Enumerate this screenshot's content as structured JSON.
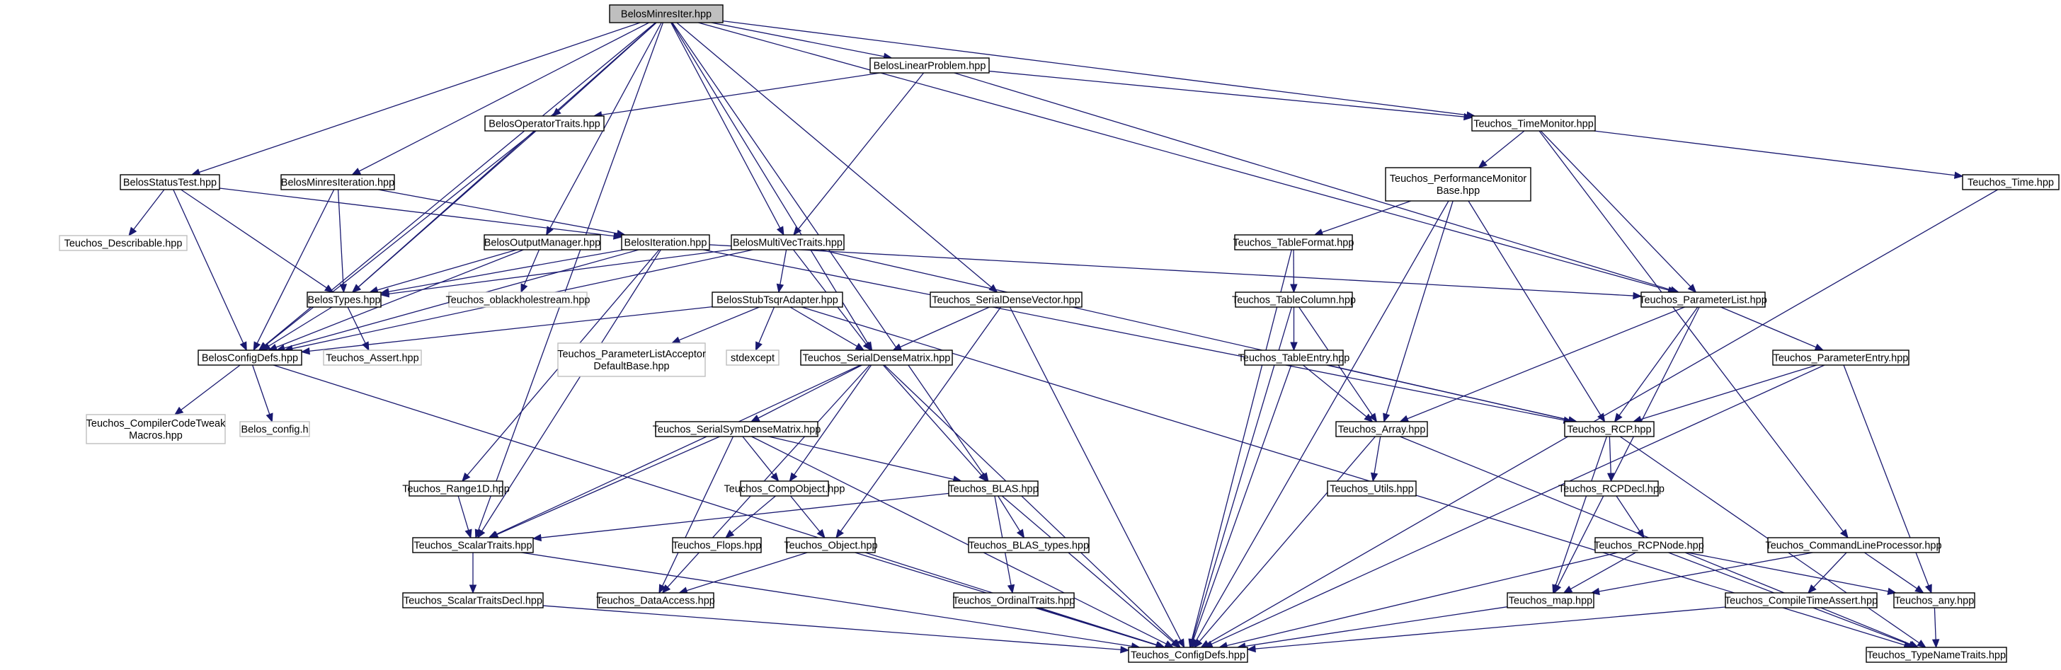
{
  "diagram": {
    "title": "",
    "colors": {
      "edge": "#191970",
      "node_border": "#000000",
      "external_border": "#bfbfbf",
      "root_fill": "#bfbfbf",
      "node_fill": "#ffffff",
      "text": "#000000"
    },
    "nodes": [
      {
        "id": "n0",
        "lines": [
          "BelosMinresIter.hpp"
        ],
        "kind": "root"
      },
      {
        "id": "n1",
        "lines": [
          "BelosLinearProblem.hpp"
        ],
        "kind": "normal"
      },
      {
        "id": "n2",
        "lines": [
          "BelosOperatorTraits.hpp"
        ],
        "kind": "normal"
      },
      {
        "id": "n3",
        "lines": [
          "Teuchos_TimeMonitor.hpp"
        ],
        "kind": "normal"
      },
      {
        "id": "n4",
        "lines": [
          "BelosStatusTest.hpp"
        ],
        "kind": "normal"
      },
      {
        "id": "n5",
        "lines": [
          "BelosMinresIteration.hpp"
        ],
        "kind": "normal"
      },
      {
        "id": "n6",
        "lines": [
          "Teuchos_PerformanceMonitor",
          "Base.hpp"
        ],
        "kind": "normal"
      },
      {
        "id": "n7",
        "lines": [
          "Teuchos_Time.hpp"
        ],
        "kind": "normal"
      },
      {
        "id": "n8",
        "lines": [
          "Teuchos_Describable.hpp"
        ],
        "kind": "external"
      },
      {
        "id": "n9",
        "lines": [
          "BelosOutputManager.hpp"
        ],
        "kind": "normal"
      },
      {
        "id": "n10",
        "lines": [
          "BelosIteration.hpp"
        ],
        "kind": "normal"
      },
      {
        "id": "n11",
        "lines": [
          "BelosMultiVecTraits.hpp"
        ],
        "kind": "normal"
      },
      {
        "id": "n12",
        "lines": [
          "Teuchos_TableFormat.hpp"
        ],
        "kind": "normal"
      },
      {
        "id": "n13",
        "lines": [
          "BelosTypes.hpp"
        ],
        "kind": "normal"
      },
      {
        "id": "n14",
        "lines": [
          "Teuchos_oblackholestream.hpp"
        ],
        "kind": "external"
      },
      {
        "id": "n15",
        "lines": [
          "BelosStubTsqrAdapter.hpp"
        ],
        "kind": "normal"
      },
      {
        "id": "n16",
        "lines": [
          "Teuchos_SerialDenseVector.hpp"
        ],
        "kind": "normal"
      },
      {
        "id": "n17",
        "lines": [
          "Teuchos_TableColumn.hpp"
        ],
        "kind": "normal"
      },
      {
        "id": "n18",
        "lines": [
          "Teuchos_ParameterList.hpp"
        ],
        "kind": "normal"
      },
      {
        "id": "n19",
        "lines": [
          "BelosConfigDefs.hpp"
        ],
        "kind": "normal"
      },
      {
        "id": "n20",
        "lines": [
          "Teuchos_Assert.hpp"
        ],
        "kind": "external"
      },
      {
        "id": "n21",
        "lines": [
          "Teuchos_ParameterListAcceptor",
          "DefaultBase.hpp"
        ],
        "kind": "external"
      },
      {
        "id": "n22",
        "lines": [
          "stdexcept"
        ],
        "kind": "external"
      },
      {
        "id": "n23",
        "lines": [
          "Teuchos_SerialDenseMatrix.hpp"
        ],
        "kind": "normal"
      },
      {
        "id": "n24",
        "lines": [
          "Teuchos_TableEntry.hpp"
        ],
        "kind": "normal"
      },
      {
        "id": "n25",
        "lines": [
          "Teuchos_ParameterEntry.hpp"
        ],
        "kind": "normal"
      },
      {
        "id": "n26",
        "lines": [
          "Teuchos_CompilerCodeTweak",
          "Macros.hpp"
        ],
        "kind": "external"
      },
      {
        "id": "n27",
        "lines": [
          "Belos_config.h"
        ],
        "kind": "external"
      },
      {
        "id": "n28",
        "lines": [
          "Teuchos_SerialSymDenseMatrix.hpp"
        ],
        "kind": "normal"
      },
      {
        "id": "n29",
        "lines": [
          "Teuchos_Array.hpp"
        ],
        "kind": "normal"
      },
      {
        "id": "n30",
        "lines": [
          "Teuchos_RCP.hpp"
        ],
        "kind": "normal"
      },
      {
        "id": "n31",
        "lines": [
          "Teuchos_Range1D.hpp"
        ],
        "kind": "normal"
      },
      {
        "id": "n32",
        "lines": [
          "Teuchos_CompObject.hpp"
        ],
        "kind": "normal"
      },
      {
        "id": "n33",
        "lines": [
          "Teuchos_BLAS.hpp"
        ],
        "kind": "normal"
      },
      {
        "id": "n34",
        "lines": [
          "Teuchos_Utils.hpp"
        ],
        "kind": "normal"
      },
      {
        "id": "n35",
        "lines": [
          "Teuchos_RCPDecl.hpp"
        ],
        "kind": "normal"
      },
      {
        "id": "n36",
        "lines": [
          "Teuchos_ScalarTraits.hpp"
        ],
        "kind": "normal"
      },
      {
        "id": "n37",
        "lines": [
          "Teuchos_Flops.hpp"
        ],
        "kind": "normal"
      },
      {
        "id": "n38",
        "lines": [
          "Teuchos_Object.hpp"
        ],
        "kind": "normal"
      },
      {
        "id": "n39",
        "lines": [
          "Teuchos_BLAS_types.hpp"
        ],
        "kind": "normal"
      },
      {
        "id": "n40",
        "lines": [
          "Teuchos_RCPNode.hpp"
        ],
        "kind": "normal"
      },
      {
        "id": "n41",
        "lines": [
          "Teuchos_CommandLineProcessor.hpp"
        ],
        "kind": "normal"
      },
      {
        "id": "n42",
        "lines": [
          "Teuchos_ScalarTraitsDecl.hpp"
        ],
        "kind": "normal"
      },
      {
        "id": "n43",
        "lines": [
          "Teuchos_DataAccess.hpp"
        ],
        "kind": "normal"
      },
      {
        "id": "n44",
        "lines": [
          "Teuchos_OrdinalTraits.hpp"
        ],
        "kind": "normal"
      },
      {
        "id": "n45",
        "lines": [
          "Teuchos_map.hpp"
        ],
        "kind": "normal"
      },
      {
        "id": "n46",
        "lines": [
          "Teuchos_CompileTimeAssert.hpp"
        ],
        "kind": "normal"
      },
      {
        "id": "n47",
        "lines": [
          "Teuchos_any.hpp"
        ],
        "kind": "normal"
      },
      {
        "id": "n48",
        "lines": [
          "Teuchos_ConfigDefs.hpp"
        ],
        "kind": "normal"
      },
      {
        "id": "n49",
        "lines": [
          "Teuchos_TypeNameTraits.hpp"
        ],
        "kind": "normal"
      }
    ],
    "edges": [
      [
        "n0",
        "n1"
      ],
      [
        "n0",
        "n2"
      ],
      [
        "n0",
        "n3"
      ],
      [
        "n0",
        "n4"
      ],
      [
        "n0",
        "n5"
      ],
      [
        "n0",
        "n9"
      ],
      [
        "n0",
        "n11"
      ],
      [
        "n0",
        "n13"
      ],
      [
        "n0",
        "n16"
      ],
      [
        "n0",
        "n18"
      ],
      [
        "n0",
        "n19"
      ],
      [
        "n0",
        "n23"
      ],
      [
        "n0",
        "n33"
      ],
      [
        "n0",
        "n36"
      ],
      [
        "n1",
        "n2"
      ],
      [
        "n1",
        "n3"
      ],
      [
        "n1",
        "n11"
      ],
      [
        "n1",
        "n18"
      ],
      [
        "n2",
        "n13"
      ],
      [
        "n2",
        "n19"
      ],
      [
        "n3",
        "n6"
      ],
      [
        "n3",
        "n7"
      ],
      [
        "n3",
        "n18"
      ],
      [
        "n3",
        "n41"
      ],
      [
        "n4",
        "n8"
      ],
      [
        "n4",
        "n10"
      ],
      [
        "n4",
        "n13"
      ],
      [
        "n4",
        "n19"
      ],
      [
        "n5",
        "n10"
      ],
      [
        "n5",
        "n13"
      ],
      [
        "n5",
        "n19"
      ],
      [
        "n6",
        "n12"
      ],
      [
        "n6",
        "n29"
      ],
      [
        "n6",
        "n30"
      ],
      [
        "n6",
        "n48"
      ],
      [
        "n7",
        "n48"
      ],
      [
        "n9",
        "n13"
      ],
      [
        "n9",
        "n14"
      ],
      [
        "n9",
        "n19"
      ],
      [
        "n10",
        "n13"
      ],
      [
        "n10",
        "n18"
      ],
      [
        "n10",
        "n19"
      ],
      [
        "n10",
        "n30"
      ],
      [
        "n10",
        "n31"
      ],
      [
        "n10",
        "n36"
      ],
      [
        "n11",
        "n13"
      ],
      [
        "n11",
        "n15"
      ],
      [
        "n11",
        "n19"
      ],
      [
        "n11",
        "n23"
      ],
      [
        "n11",
        "n30"
      ],
      [
        "n12",
        "n17"
      ],
      [
        "n12",
        "n48"
      ],
      [
        "n13",
        "n19"
      ],
      [
        "n13",
        "n20"
      ],
      [
        "n15",
        "n19"
      ],
      [
        "n15",
        "n21"
      ],
      [
        "n15",
        "n22"
      ],
      [
        "n15",
        "n23"
      ],
      [
        "n15",
        "n49"
      ],
      [
        "n16",
        "n23"
      ],
      [
        "n16",
        "n38"
      ],
      [
        "n16",
        "n48"
      ],
      [
        "n17",
        "n24"
      ],
      [
        "n17",
        "n29"
      ],
      [
        "n17",
        "n48"
      ],
      [
        "n18",
        "n25"
      ],
      [
        "n18",
        "n29"
      ],
      [
        "n18",
        "n30"
      ],
      [
        "n18",
        "n45"
      ],
      [
        "n19",
        "n26"
      ],
      [
        "n19",
        "n27"
      ],
      [
        "n19",
        "n48"
      ],
      [
        "n23",
        "n28"
      ],
      [
        "n23",
        "n32"
      ],
      [
        "n23",
        "n33"
      ],
      [
        "n23",
        "n36"
      ],
      [
        "n23",
        "n43"
      ],
      [
        "n23",
        "n48"
      ],
      [
        "n24",
        "n29"
      ],
      [
        "n24",
        "n30"
      ],
      [
        "n24",
        "n48"
      ],
      [
        "n25",
        "n30"
      ],
      [
        "n25",
        "n47"
      ],
      [
        "n25",
        "n48"
      ],
      [
        "n28",
        "n32"
      ],
      [
        "n28",
        "n33"
      ],
      [
        "n28",
        "n36"
      ],
      [
        "n28",
        "n43"
      ],
      [
        "n28",
        "n48"
      ],
      [
        "n29",
        "n34"
      ],
      [
        "n29",
        "n48"
      ],
      [
        "n29",
        "n49"
      ],
      [
        "n30",
        "n35"
      ],
      [
        "n30",
        "n45"
      ],
      [
        "n30",
        "n49"
      ],
      [
        "n31",
        "n36"
      ],
      [
        "n32",
        "n37"
      ],
      [
        "n32",
        "n38"
      ],
      [
        "n33",
        "n36"
      ],
      [
        "n33",
        "n39"
      ],
      [
        "n33",
        "n44"
      ],
      [
        "n33",
        "n48"
      ],
      [
        "n35",
        "n40"
      ],
      [
        "n36",
        "n42"
      ],
      [
        "n36",
        "n48"
      ],
      [
        "n38",
        "n43"
      ],
      [
        "n38",
        "n48"
      ],
      [
        "n40",
        "n45"
      ],
      [
        "n40",
        "n47"
      ],
      [
        "n40",
        "n48"
      ],
      [
        "n40",
        "n49"
      ],
      [
        "n41",
        "n45"
      ],
      [
        "n41",
        "n46"
      ],
      [
        "n41",
        "n47"
      ],
      [
        "n42",
        "n48"
      ],
      [
        "n44",
        "n48"
      ],
      [
        "n45",
        "n48"
      ],
      [
        "n46",
        "n48"
      ],
      [
        "n47",
        "n49"
      ]
    ]
  }
}
